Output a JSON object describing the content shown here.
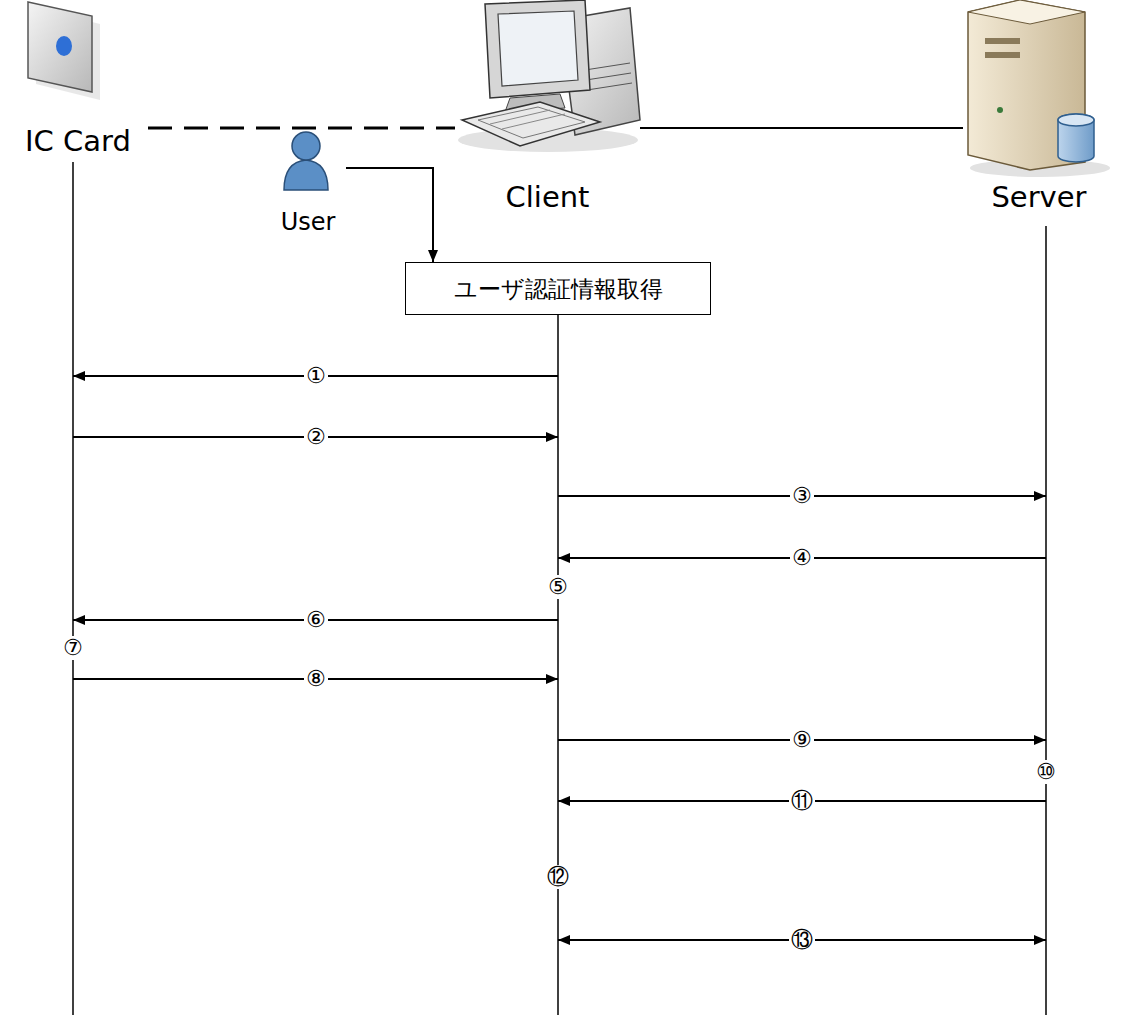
{
  "diagram": {
    "nodes": [
      {
        "text": [
          "IC Card"
        ]
      },
      {
        "text": [
          "Client"
        ]
      },
      {
        "text": [
          "Server"
        ]
      },
      {
        "text": [
          "User"
        ]
      },
      {
        "text": [
          "ユーザ認証情報取得"
        ]
      }
    ],
    "edges": [
      {
        "from": 0,
        "to": 1,
        "arrow": "none"
      },
      {
        "from": 1,
        "to": 2,
        "arrow": "none"
      },
      {
        "from": 3,
        "to": 4,
        "arrow": "to"
      },
      {
        "from": 1,
        "to": 0,
        "label": "①",
        "arrow": "to"
      },
      {
        "from": 0,
        "to": 1,
        "label": "②",
        "arrow": "to"
      },
      {
        "from": 1,
        "to": 2,
        "label": "③",
        "arrow": "to"
      },
      {
        "from": 2,
        "to": 1,
        "label": "④",
        "arrow": "to"
      },
      {
        "from": 1,
        "to": 0,
        "label": "⑥",
        "arrow": "to"
      },
      {
        "from": 0,
        "to": 1,
        "label": "⑧",
        "arrow": "to"
      },
      {
        "from": 1,
        "to": 2,
        "label": "⑨",
        "arrow": "to"
      },
      {
        "from": 2,
        "to": 1,
        "label": "⑪",
        "arrow": "to"
      },
      {
        "from": 1,
        "to": 2,
        "label": "⑬",
        "arrow": "both"
      }
    ],
    "labels": [
      "⑤",
      "⑦",
      "⑩",
      "⑫"
    ]
  }
}
